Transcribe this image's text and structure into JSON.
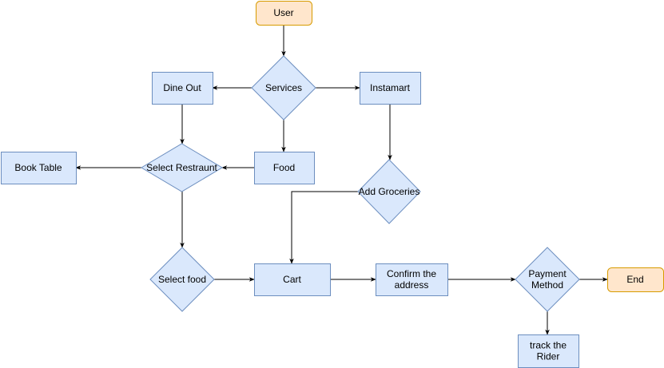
{
  "colors": {
    "process_fill": "#dae8fc",
    "process_stroke": "#6c8ebf",
    "terminal_fill": "#ffe6cc",
    "terminal_stroke": "#d79b00",
    "edge": "#000000"
  },
  "nodes": {
    "user": {
      "shape": "terminal",
      "lines": [
        "User"
      ]
    },
    "services": {
      "shape": "decision",
      "lines": [
        "Services"
      ]
    },
    "dine_out": {
      "shape": "process",
      "lines": [
        "Dine Out"
      ]
    },
    "instamart": {
      "shape": "process",
      "lines": [
        "Instamart"
      ]
    },
    "food": {
      "shape": "process",
      "lines": [
        "Food"
      ]
    },
    "select_restraunt": {
      "shape": "decision",
      "lines": [
        "Select Restraunt"
      ]
    },
    "book_table": {
      "shape": "process",
      "lines": [
        "Book Table"
      ]
    },
    "add_groceries": {
      "shape": "decision",
      "lines": [
        "Add Groceries"
      ]
    },
    "select_food": {
      "shape": "decision",
      "lines": [
        "Select food"
      ]
    },
    "cart": {
      "shape": "process",
      "lines": [
        "Cart"
      ]
    },
    "confirm_address": {
      "shape": "process",
      "lines": [
        "Confirm the",
        "address"
      ]
    },
    "payment_method": {
      "shape": "decision",
      "lines": [
        "Payment",
        "Method"
      ]
    },
    "end": {
      "shape": "terminal",
      "lines": [
        "End"
      ]
    },
    "track_rider": {
      "shape": "process",
      "lines": [
        "track the",
        "Rider"
      ]
    }
  },
  "edges": [
    {
      "from": "user",
      "to": "services"
    },
    {
      "from": "services",
      "to": "dine_out"
    },
    {
      "from": "services",
      "to": "instamart"
    },
    {
      "from": "services",
      "to": "food"
    },
    {
      "from": "dine_out",
      "to": "select_restraunt"
    },
    {
      "from": "food",
      "to": "select_restraunt"
    },
    {
      "from": "select_restraunt",
      "to": "book_table"
    },
    {
      "from": "select_restraunt",
      "to": "select_food"
    },
    {
      "from": "instamart",
      "to": "add_groceries"
    },
    {
      "from": "add_groceries",
      "to": "cart"
    },
    {
      "from": "select_food",
      "to": "cart"
    },
    {
      "from": "cart",
      "to": "confirm_address"
    },
    {
      "from": "confirm_address",
      "to": "payment_method"
    },
    {
      "from": "payment_method",
      "to": "end"
    },
    {
      "from": "payment_method",
      "to": "track_rider"
    }
  ]
}
